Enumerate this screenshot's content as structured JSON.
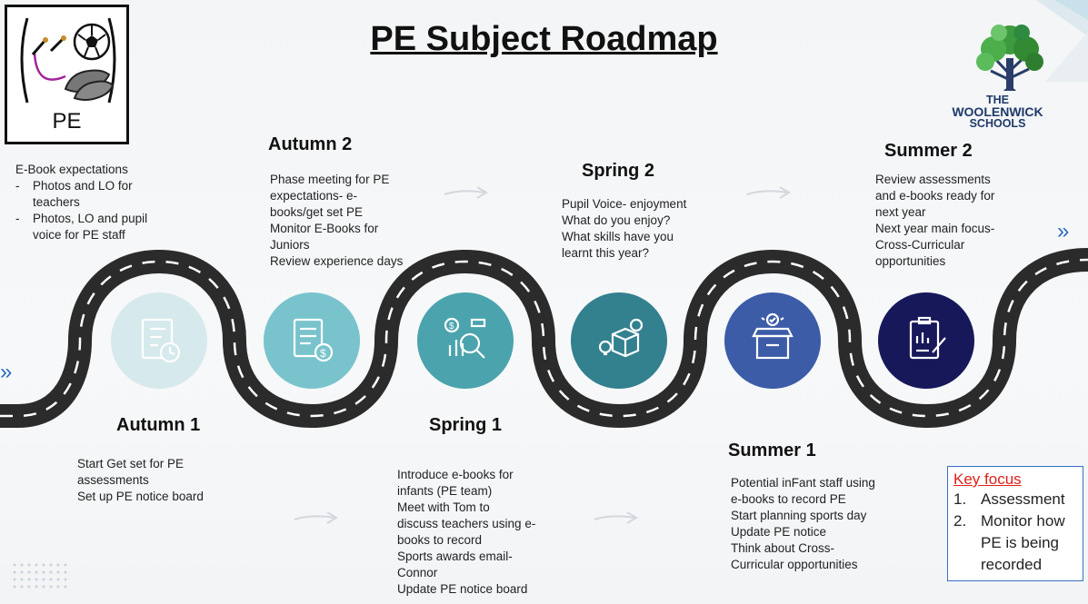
{
  "title": "PE Subject Roadmap",
  "logo": {
    "label": "PE"
  },
  "school": {
    "line1": "THE",
    "line2": "WOOLENWICK",
    "line3": "SCHOOLS"
  },
  "intro": {
    "heading": "E-Book expectations",
    "items": [
      [
        "Photos and LO for",
        "teachers"
      ],
      [
        "Photos, LO and pupil",
        "voice for PE staff"
      ]
    ]
  },
  "stages": {
    "autumn1": {
      "title": "Autumn 1",
      "lines": [
        "Start Get set for PE",
        "assessments",
        "Set up PE notice board"
      ]
    },
    "autumn2": {
      "title": "Autumn 2",
      "lines": [
        "Phase meeting for PE",
        "expectations- e-",
        "books/get set PE",
        "Monitor E-Books for",
        "Juniors",
        "Review experience days"
      ]
    },
    "spring1": {
      "title": "Spring 1",
      "lines": [
        "Introduce e-books for",
        "infants  (PE team)",
        "Meet with Tom to",
        "discuss teachers using e-",
        "books to record",
        "Sports awards email-",
        "Connor",
        "Update PE notice board"
      ]
    },
    "spring2": {
      "title": "Spring 2",
      "lines": [
        "Pupil Voice- enjoyment",
        "What do you enjoy?",
        "What skills have you",
        "learnt this year?"
      ]
    },
    "summer1": {
      "title": "Summer 1",
      "lines": [
        "Potential inFant staff using",
        "e-books to record PE",
        "Start planning sports day",
        "Update PE notice",
        "Think about Cross-",
        "Curricular opportunities"
      ]
    },
    "summer2": {
      "title": "Summer 2",
      "lines": [
        "Review assessments",
        "and e-books ready for",
        "next year",
        "Next year main focus-",
        "Cross-Curricular",
        "opportunities"
      ]
    }
  },
  "key_focus": {
    "title": "Key focus",
    "items": [
      {
        "num": "1.",
        "text": [
          "Assessment"
        ]
      },
      {
        "num": "2.",
        "text": [
          "Monitor how",
          "PE is being",
          "recorded"
        ]
      }
    ]
  },
  "icons": [
    "checklist-clock-icon",
    "document-coins-icon",
    "finance-analysis-icon",
    "box-lightbulb-icon",
    "box-checkmark-icon",
    "clipboard-chart-icon"
  ],
  "colors": {
    "road": "#2b2b2b",
    "circle1": "#d6e9ec",
    "circle2": "#79c3cc",
    "circle3": "#4ba3ad",
    "circle4": "#33808f",
    "circle5": "#3c5ca8",
    "circle6": "#17185a"
  }
}
